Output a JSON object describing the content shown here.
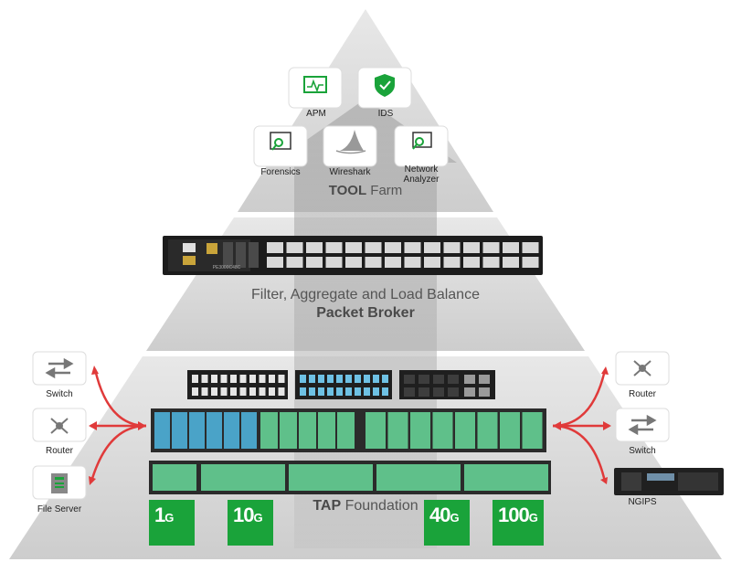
{
  "tool_farm": {
    "title_bold": "TOOL",
    "title_rest": " Farm",
    "tools": {
      "apm": "APM",
      "ids": "IDS",
      "forensics": "Forensics",
      "wireshark": "Wireshark",
      "network_analyzer": "Network\nAnalyzer"
    }
  },
  "packet_broker": {
    "line1": "Filter, Aggregate and Load Balance",
    "line2": "Packet Broker",
    "device_model": "PE3000C48C"
  },
  "tap_foundation": {
    "title_bold": "TAP",
    "title_rest": " Foundation",
    "speeds": [
      {
        "num": "1",
        "unit": "G"
      },
      {
        "num": "10",
        "unit": "G"
      },
      {
        "num": "40",
        "unit": "G"
      },
      {
        "num": "100",
        "unit": "G"
      }
    ]
  },
  "left_devices": {
    "switch": "Switch",
    "router": "Router",
    "file_server": "File Server"
  },
  "right_devices": {
    "router": "Router",
    "switch": "Switch",
    "ngips": "NGIPS"
  },
  "colors": {
    "pyramid_top": "#e4e4e4",
    "pyramid_bottom": "#cfcfcf",
    "accent_green": "#1aa33a",
    "tap_green": "#5fc08a",
    "arrow_red": "#e03a3a"
  }
}
